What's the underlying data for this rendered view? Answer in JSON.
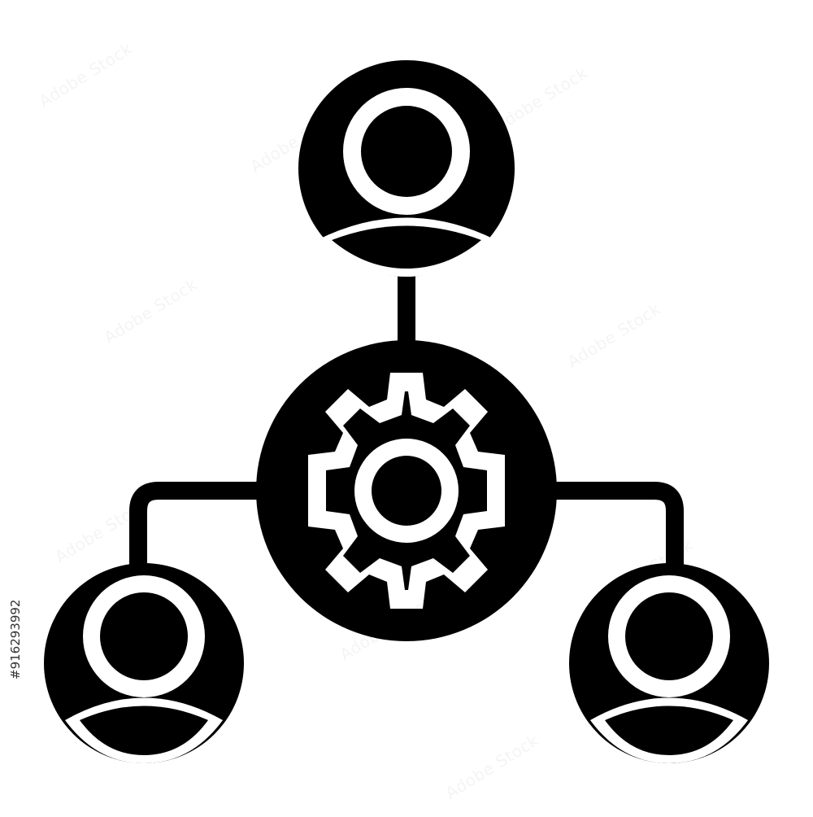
{
  "icon": {
    "subject": "team-network-settings-icon",
    "style": "glyph",
    "colors": {
      "foreground": "#000000",
      "background": "#ffffff"
    },
    "nodes": [
      {
        "id": "top-user",
        "icon": "user-icon"
      },
      {
        "id": "center-gear",
        "icon": "gear-icon"
      },
      {
        "id": "left-user",
        "icon": "user-icon"
      },
      {
        "id": "right-user",
        "icon": "user-icon"
      }
    ]
  },
  "watermark": {
    "text": "Adobe Stock",
    "color": "#000000"
  },
  "stock_id": "#916293992"
}
